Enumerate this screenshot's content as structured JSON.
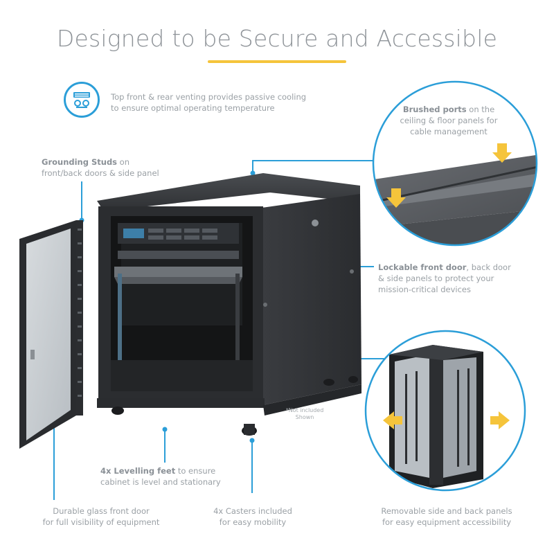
{
  "heading": {
    "title": "Designed to be Secure and Accessible"
  },
  "callouts": {
    "venting": {
      "line1": "Top front & rear venting provides passive cooling",
      "line2": "to ensure optimal operating temperature",
      "icon": "vent-fan-icon"
    },
    "brushed_ports": {
      "bold": "Brushed ports",
      "rest1": " on the",
      "line2": "ceiling & floor panels for",
      "line3": "cable management"
    },
    "grounding": {
      "bold": "Grounding Studs",
      "rest1": " on",
      "line2": "front/back doors & side panel"
    },
    "lockable": {
      "bold": "Lockable front door",
      "rest1": ", back door",
      "line2": "& side panels to protect your",
      "line3": "mission-critical devices"
    },
    "leveling": {
      "bold": "4x Levelling feet",
      "rest1": " to ensure",
      "line2": "cabinet is level and stationary"
    },
    "glass_door": {
      "line1": "Durable glass front door",
      "line2": "for full visibility of equipment"
    },
    "casters": {
      "line1": "4x Casters included",
      "line2": "for easy mobility"
    },
    "removable": {
      "line1": "Removable side and back panels",
      "line2": "for easy equipment accessibility"
    },
    "tiny_label": {
      "line1": "*Not included",
      "line2": "Shown"
    }
  },
  "colors": {
    "accent_blue": "#2b9ed8",
    "accent_yellow": "#f5c43b",
    "cabinet_dark": "#2b2d30",
    "text_gray": "#9aa0a5"
  }
}
